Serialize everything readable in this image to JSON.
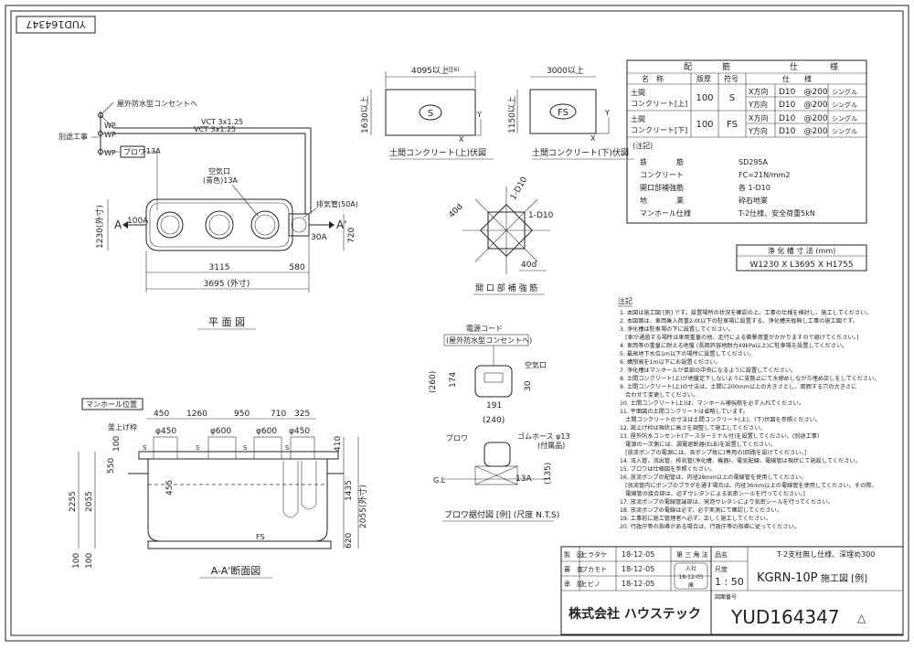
{
  "drawing_no_rotated": "YUD164347",
  "plan": {
    "title": "平 面 図",
    "outlet_label": "屋外防水型コンセントへ",
    "separate_work": "別途工事",
    "wp1": "WP",
    "wp2": "WP",
    "wp3": "WP",
    "vct1": "VCT 3x1.25",
    "vct2": "VCT 3x1.25",
    "blower": "ブロワ",
    "blower_size": "13A",
    "air_port": "空気口",
    "air_port2": "(青色)13A",
    "vent": "排気管(50A)",
    "inlet": "100A",
    "outlet": "30A",
    "sec_a_left": "A",
    "sec_a_right": "A'",
    "dim_height": "1230(外寸)",
    "dim_720": "720",
    "dim_3115": "3115",
    "dim_580": "580",
    "dim_3695": "3695 (外寸)"
  },
  "slab_top": {
    "dim_len": "4095以上",
    "dim_len_note": "(注6)",
    "dim_h": "1630以上",
    "label": "S",
    "x": "X",
    "y": "Y",
    "caption": "土間コンクリート(上)伏図"
  },
  "slab_bottom": {
    "dim_len": "3000以上",
    "dim_h": "1150以上",
    "label": "FS",
    "x": "X",
    "y": "Y",
    "caption": "土間コンクリート(下)伏図"
  },
  "opening": {
    "d1": "40d",
    "d2": "1-D10",
    "d3": "1-D10",
    "d4": "40d",
    "caption": "開 口 部 補 強 筋"
  },
  "rebar_table": {
    "title_left": "配",
    "title_mid": "筋",
    "title_right": "仕",
    "title_right2": "様",
    "h_name": "名　称",
    "h_thick": "版厚",
    "h_sym": "符号",
    "h_spec": "仕　　様",
    "rows": [
      {
        "name1": "土間",
        "name2": "コンクリート[上]",
        "thick": "100",
        "sym": "S",
        "x_dir": "X方向",
        "x_spec": "D10　@200",
        "x_type": "シングル",
        "y_dir": "Y方向",
        "y_spec": "D10　@200",
        "y_type": "シングル"
      },
      {
        "name1": "土間",
        "name2": "コンクリート[下]",
        "thick": "100",
        "sym": "FS",
        "x_dir": "X方向",
        "x_spec": "D10　@200",
        "x_type": "シングル",
        "y_dir": "Y方向",
        "y_spec": "D10　@200",
        "y_type": "シングル"
      }
    ],
    "notes_title": "(注記)",
    "notes": [
      {
        "k": "鉄　　　　筋",
        "v": "SD295A"
      },
      {
        "k": "コンクリート",
        "v": "FC=21N/mm2"
      },
      {
        "k": "開口部補強筋",
        "v": "各 1-D10"
      },
      {
        "k": "地　　　　業",
        "v": "砕石地業"
      },
      {
        "k": "マンホール仕様",
        "v": "T-2仕様、安全荷重5kN"
      }
    ]
  },
  "tank_size": {
    "title": "浄 化 槽 寸 法 (mm)",
    "value": "W1230 X L3695 X H1755"
  },
  "section": {
    "title": "A-A'断面図",
    "manhole_pos": "マンホール位置",
    "lift": "釜上げ枠",
    "d450": "450",
    "d1260": "1260",
    "d950": "950",
    "d710": "710",
    "d325": "325",
    "phi450": "φ450",
    "phi600a": "φ600",
    "phi600b": "φ600",
    "phi450b": "φ450",
    "d100": "100",
    "d550": "550",
    "d455": "455",
    "d2255": "2255",
    "d2055": "2055",
    "d410": "410",
    "d1435": "1435",
    "d2055r": "2055(外寸)",
    "d620": "620",
    "d100b": "100",
    "d100c": "100",
    "fs": "FS",
    "s1": "S",
    "s2": "S",
    "s3": "S",
    "s4": "S"
  },
  "blower_detail": {
    "cord": "電源コード",
    "cord2": "(屋外防水型コンセントへ)",
    "air": "空気口",
    "d260": "(260)",
    "d174": "174",
    "d30": "30",
    "d191": "191",
    "d240": "(240)",
    "blower": "ブロワ",
    "hose": "ゴムホース φ13",
    "hose2": "(付属品)",
    "gl": "G.L",
    "a13": "13A",
    "d135": "(135)",
    "caption": "ブロワ据付図 [例] (尺度 N.T.S)"
  },
  "notes": {
    "title": "注記",
    "items": [
      "1. 本図は施工図 [例] です。設置場所の状況を確認の上、工事の仕様を検討し、施工してください。",
      "2. 本図面は、車両乗入荷重2.0t以下の駐車場に設置する、浄化槽天板無し工事の施工図です。",
      "3. 浄化槽は駐車場の下に設置してください。",
      "　[車が通過する場所は車両重量の他、走行による衝撃荷重がかかりますので避けてください。]",
      "4. 車両等の重量に耐える地盤 (長期許容地耐力49kPa以上)に駐車場を設置してください。",
      "5. 最高地下水位1m以下の場所に設置してください。",
      "6. 構想高を1m以下にお設置ください。",
      "7. 浄化槽はマンホールが単部の中央になるように設置してください。",
      "8. 土間コンクリート(上)が地盤定下しないように支筋止にて水締めしながら埋め戻しをしてください。",
      "9. 土間コンクリート(上)の寸法は、土間に200mm以上の大きさとし、周囲する穴の大きさに",
      "　合わせて変更してください。",
      "10. 土間コンクリート(上)は、マンホール補強筋を必ず入れてください。",
      "11. 平面図の土間コンクリートは省略しています。",
      "　土間コンクリートの寸法は土間コンクリート(上)、(下)伏図を参照ください。",
      "12. 嵩上げ枠は現状に高さを調整して施工してください。",
      "13. 屋外防水コンセント(アースターミナル付)を設置してください。(別途工事)",
      "　電源の一次側には、漏電遮断器(ELB)を設置してください。",
      "　[放流ポンプの電源には、各ポンプ毎に(専用の)回路を設けてください。]",
      "14. 流入管、流出管、排気管(浄化槽、機器)、電気配線、電線管は現状にて施設してください。",
      "15. ブロワは仕様図を参照ください。",
      "16. 放流ポンプの配管は、内径28mm以上の電線管を使用してください。",
      "　[放流管内にポンプのプラグを通す場合は、内径36mm以上の電線管を使用してください。その際、",
      "　電線管の接合部は、必ずウレタンによる気密シールを行ってください。]",
      "17. 放流ポンプの電線管端部は、発泡ウレタンにより気密シールを行ってください。",
      "18. 放流ポンプの電線は必ず、必ず実測にて確認してください。",
      "19. 工事前に施工管理者へ必ず、正しく施工してください。",
      "20. 行政庁等の指導がある場合は、行政庁等の指導に従ってください。"
    ]
  },
  "title_block": {
    "r1_role": "製　図",
    "r1_name": "ヒラタケ",
    "r1_date": "18-12-05",
    "r2_role": "審　査",
    "r2_name": "フカモト",
    "r2_date": "18-12-05",
    "r3_role": "承　認",
    "r3_name": "ヒビノ",
    "r3_date": "18-12-05",
    "angle": "第 三 角 法",
    "scale_label": "尺度",
    "scale": "1 : 50",
    "stamp1": "入社",
    "stamp2": "18-12-05",
    "stamp3": "庫",
    "name_label": "品名",
    "name_sub": "T-2支柱無し仕様、深埋め300",
    "model": "KGRN-10P",
    "drawing_type": "施工図 [例]",
    "company": "株式会社 ハウステック",
    "dwg_label": "図面番号",
    "dwg_no": "YUD164347",
    "rev": "△"
  }
}
